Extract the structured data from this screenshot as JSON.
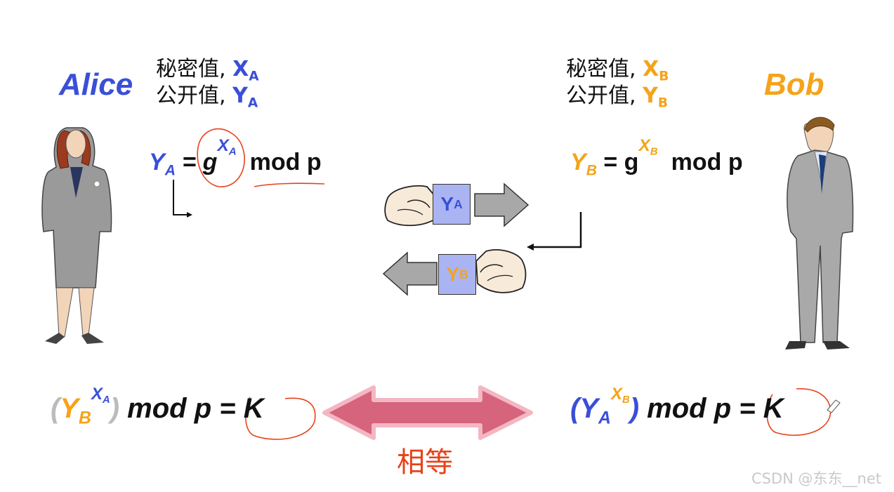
{
  "alice": {
    "name": "Alice",
    "secret_label": "秘密值,",
    "secret_sym": "X",
    "secret_sub": "A",
    "public_label": "公开值,",
    "public_sym": "Y",
    "public_sub": "A",
    "eq_lhs": "Y",
    "eq_lhs_sub": "A",
    "eq_mid": "= g",
    "eq_exp": "X",
    "eq_exp_sub": "A",
    "eq_rhs": "mod p"
  },
  "bob": {
    "name": "Bob",
    "secret_label": "秘密值,",
    "secret_sym": "X",
    "secret_sub": "B",
    "public_label": "公开值,",
    "public_sym": "Y",
    "public_sub": "B",
    "eq_lhs": "Y",
    "eq_lhs_sub": "B",
    "eq_mid": "= g",
    "eq_exp": "X",
    "eq_exp_sub": "B",
    "eq_rhs": "mod p"
  },
  "exchange": {
    "card_a_sym": "Y",
    "card_a_sub": "A",
    "card_b_sym": "Y",
    "card_b_sub": "B"
  },
  "result_left": {
    "open": "(",
    "base": "Y",
    "base_sub": "B",
    "exp": "X",
    "exp_sub": "A",
    "close": ")",
    "rest": "mod p = K"
  },
  "result_right": {
    "open": "(",
    "base": "Y",
    "base_sub": "A",
    "exp": "X",
    "exp_sub": "B",
    "close": ")",
    "rest": "mod p = K"
  },
  "equal_label": "相等",
  "watermark": "CSDN @东东__net",
  "colors": {
    "alice": "#3a4fd8",
    "bob": "#f5a31a",
    "card": "#aab4f2",
    "double_arrow": "#d9657d",
    "annotation": "#e8411a"
  }
}
